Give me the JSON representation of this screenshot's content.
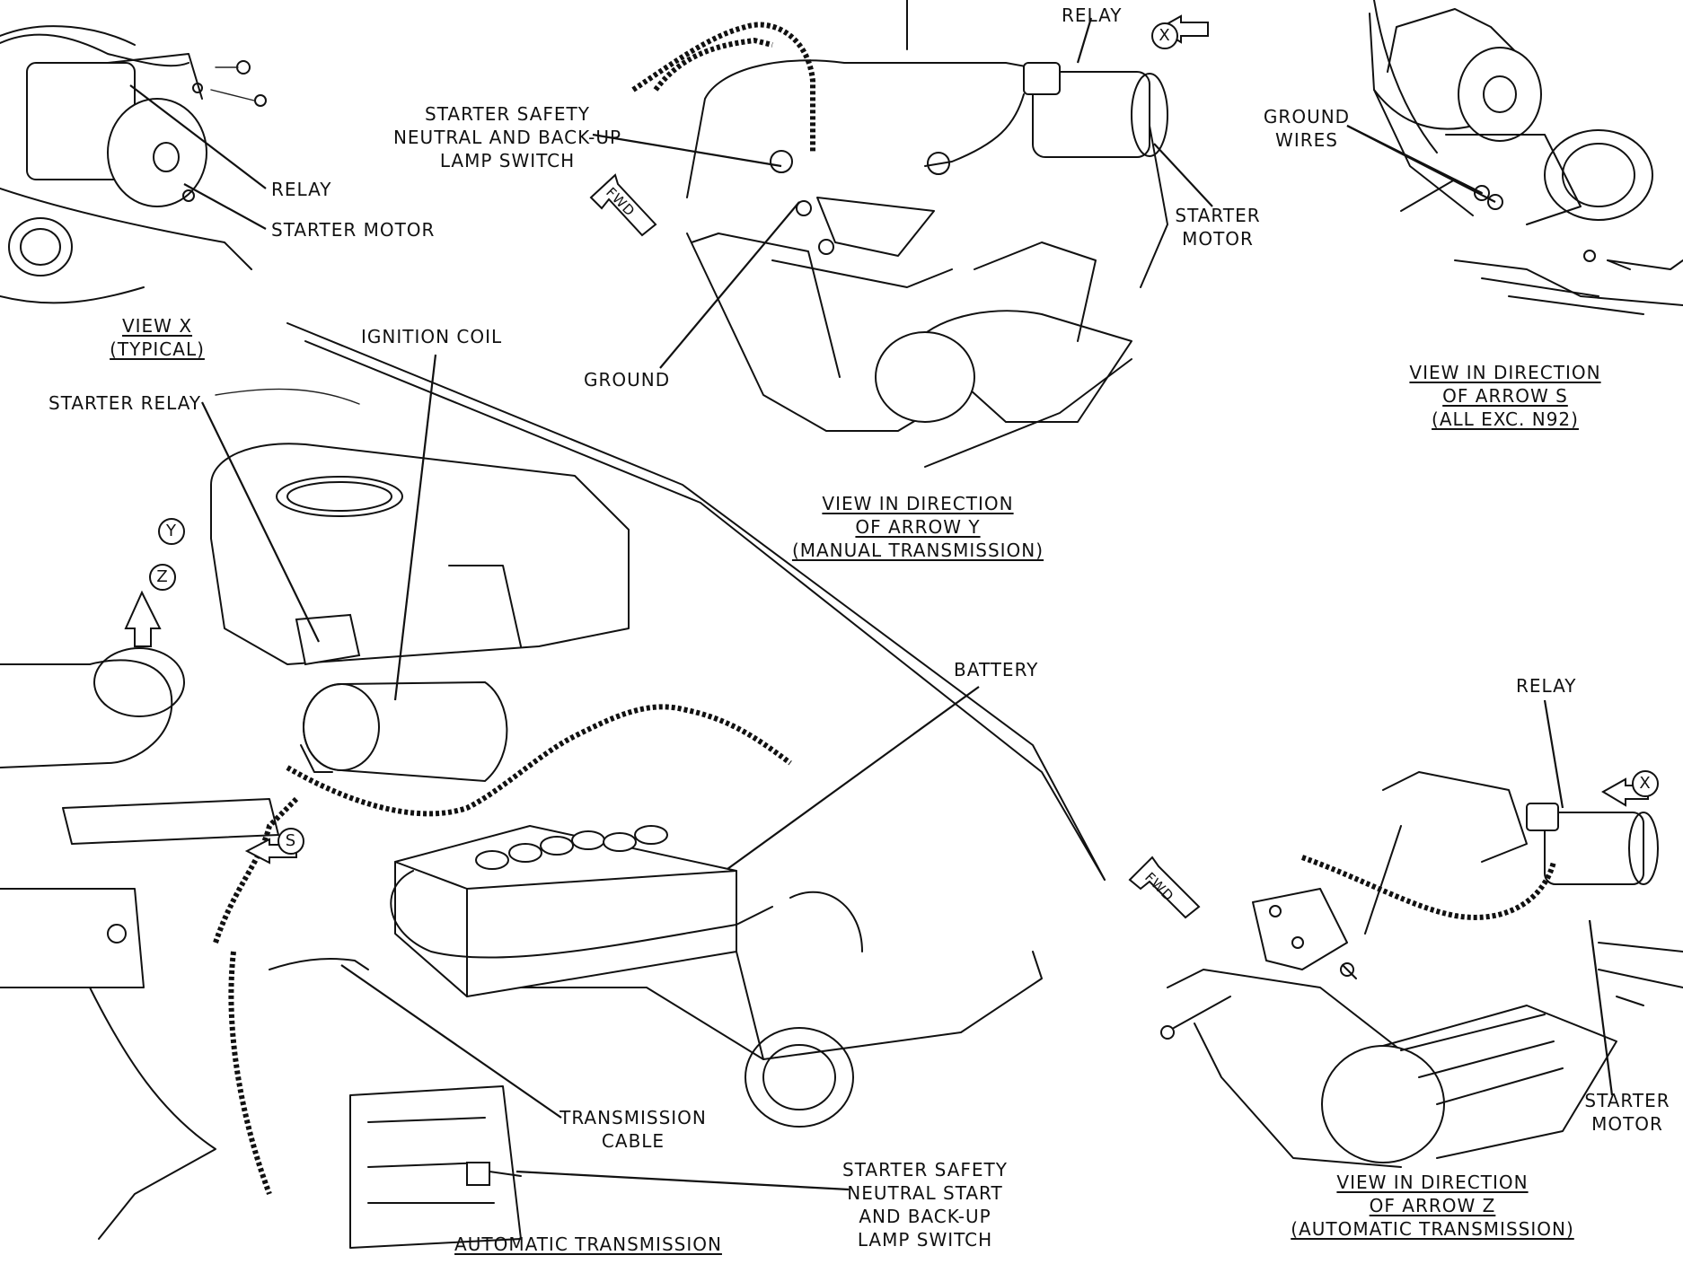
{
  "view_x": {
    "labels": {
      "relay": "RELAY",
      "starter_motor": "STARTER MOTOR"
    },
    "caption": [
      "VIEW X",
      "(TYPICAL)"
    ]
  },
  "view_y": {
    "labels": {
      "switch": [
        "STARTER SAFETY",
        "NEUTRAL AND BACK-UP",
        "LAMP SWITCH"
      ],
      "relay": "RELAY",
      "starter_motor": [
        "STARTER",
        "MOTOR"
      ],
      "ground": "GROUND",
      "fwd": "FWD",
      "arrow": "X"
    },
    "caption": [
      "VIEW IN DIRECTION",
      "OF ARROW Y",
      "(MANUAL TRANSMISSION)"
    ]
  },
  "view_s": {
    "labels": {
      "ground_wires": [
        "GROUND",
        "WIRES"
      ]
    },
    "caption": [
      "VIEW IN DIRECTION",
      "OF ARROW S",
      "(ALL EXC. N92)"
    ]
  },
  "main": {
    "labels": {
      "ignition_coil": "IGNITION COIL",
      "starter_relay": "STARTER RELAY",
      "battery": "BATTERY",
      "transmission_cable": [
        "TRANSMISSION",
        "CABLE"
      ],
      "switch": [
        "STARTER SAFETY",
        "NEUTRAL START",
        "AND BACK-UP",
        "LAMP SWITCH"
      ],
      "arrow_y": "Y",
      "arrow_z": "Z",
      "arrow_s": "S"
    },
    "caption": "AUTOMATIC TRANSMISSION"
  },
  "view_z": {
    "labels": {
      "relay": "RELAY",
      "starter_motor": [
        "STARTER",
        "MOTOR"
      ],
      "fwd": "FWD",
      "arrow": "X"
    },
    "caption": [
      "VIEW IN DIRECTION",
      "OF ARROW Z",
      "(AUTOMATIC TRANSMISSION)"
    ]
  }
}
